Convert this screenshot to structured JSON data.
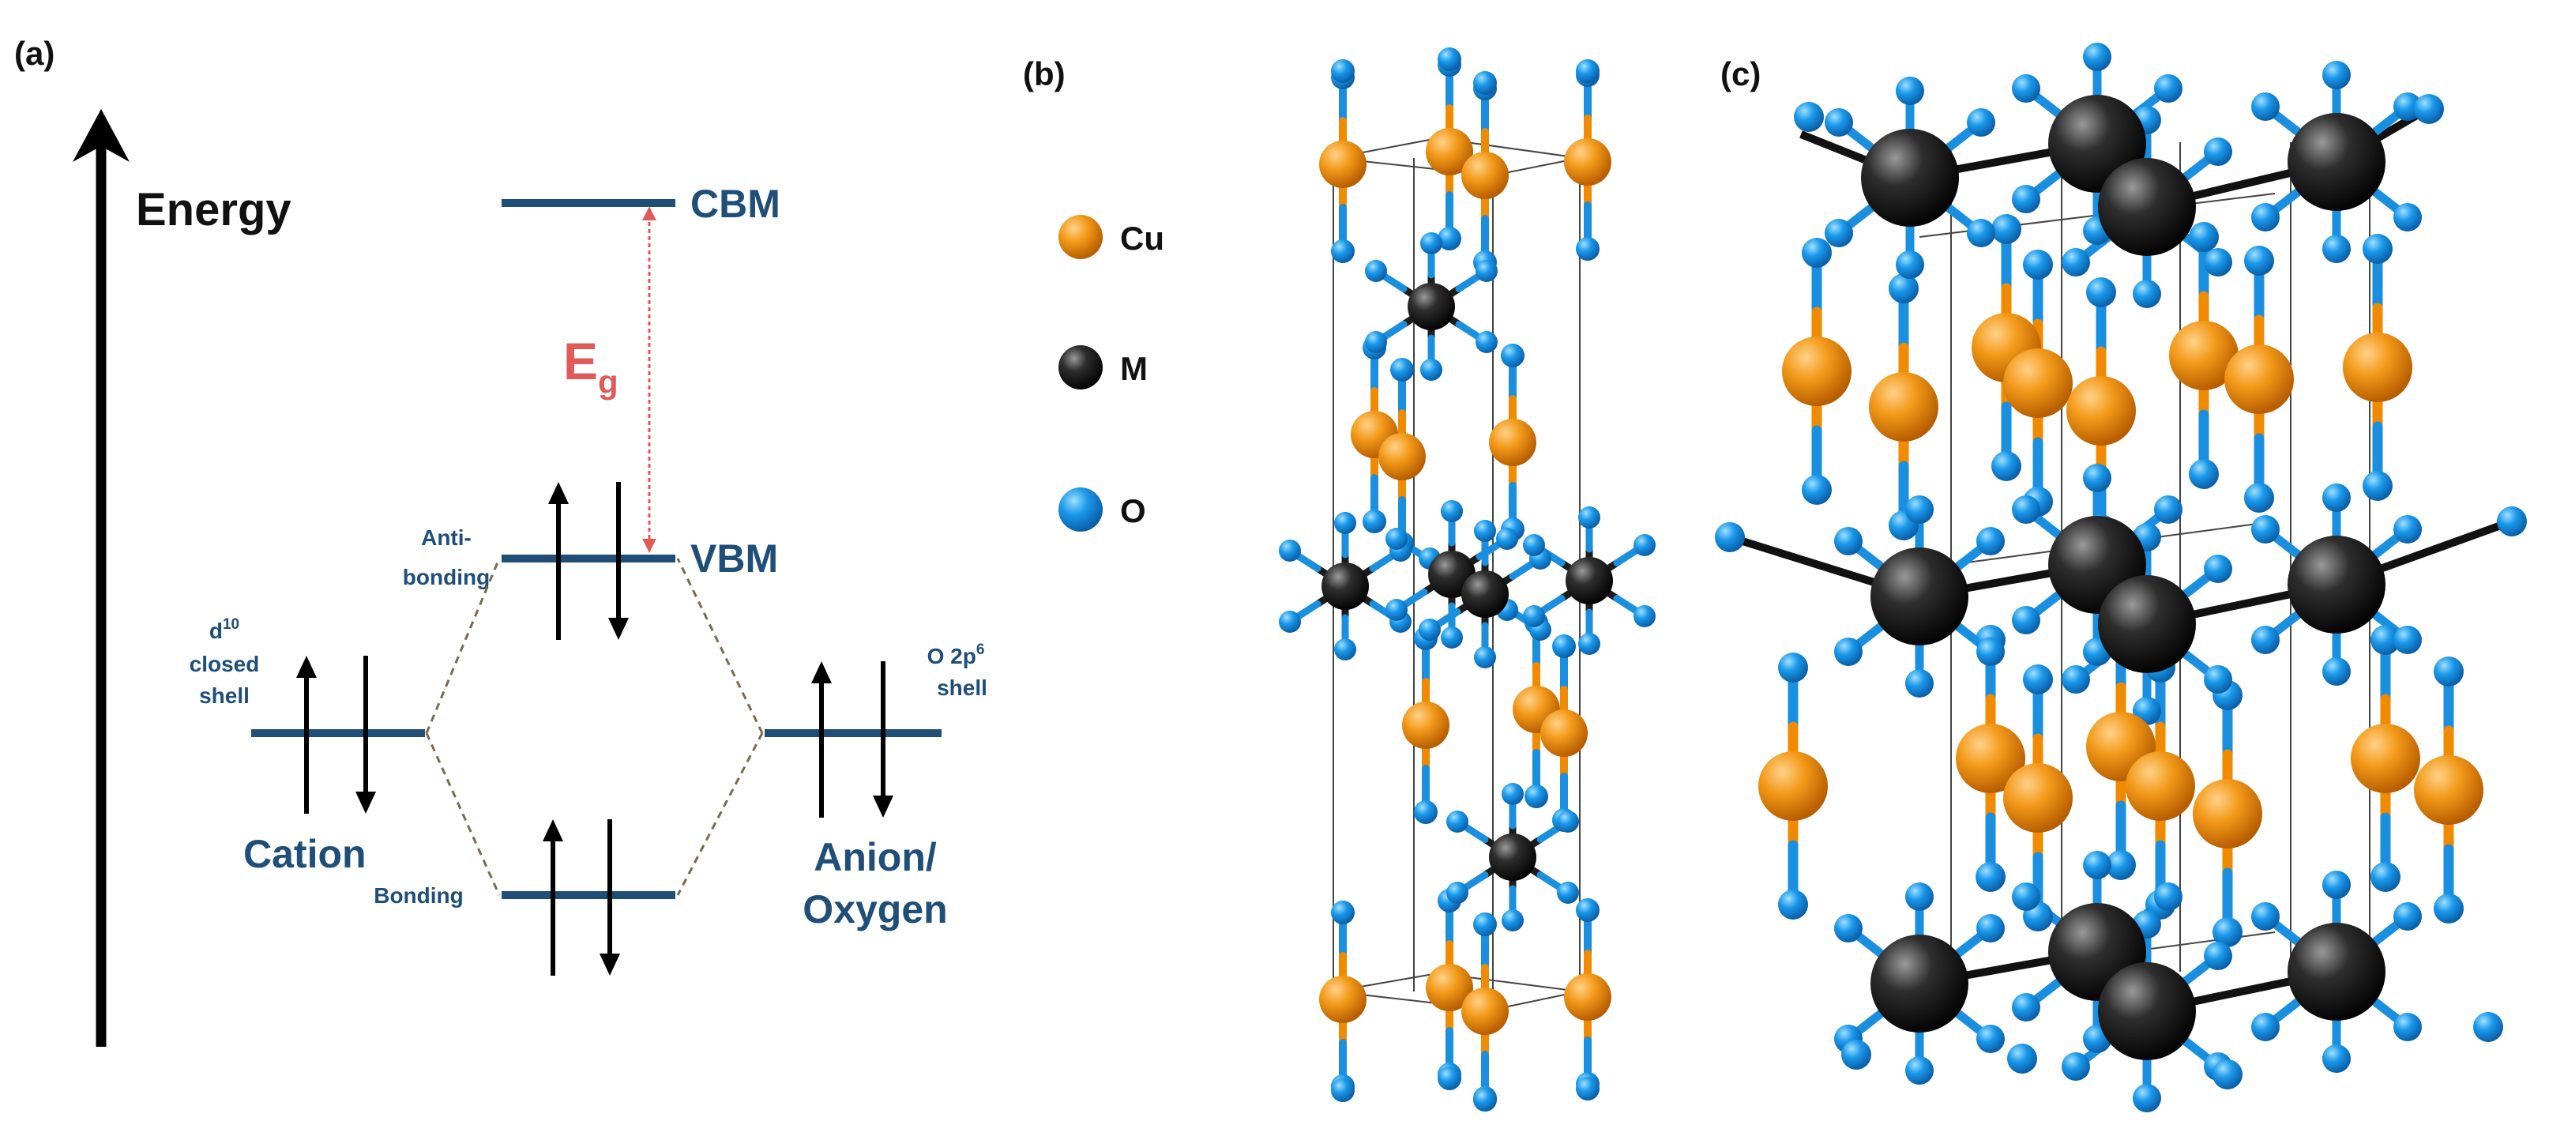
{
  "panels": {
    "a": {
      "label": "(a)"
    },
    "b": {
      "label": "(b)"
    },
    "c": {
      "label": "(c)"
    }
  },
  "energy_diagram": {
    "axis_label": "Energy",
    "cbm_label": "CBM",
    "vbm_label": "VBM",
    "gap_symbol": "E",
    "gap_subscript": "g",
    "antibonding_line1": "Anti-",
    "antibonding_line2": "bonding",
    "bonding_label": "Bonding",
    "cation_shell_line1_base": "d",
    "cation_shell_line1_sup": "10",
    "cation_shell_line2": "closed",
    "cation_shell_line3": "shell",
    "cation_label": "Cation",
    "oxygen_shell_line1_base": "O 2p",
    "oxygen_shell_line1_sup": "6",
    "oxygen_shell_line2": "shell",
    "anion_line1": "Anion/",
    "anion_line2": "Oxygen"
  },
  "legend": [
    {
      "symbol": "Cu",
      "color": "#f08a00",
      "icon": "cu-atom-icon"
    },
    {
      "symbol": "M",
      "color": "#1c1c1c",
      "icon": "m-atom-icon"
    },
    {
      "symbol": "O",
      "color": "#1a8fe0",
      "icon": "o-atom-icon"
    }
  ],
  "colors": {
    "level_line": "#1f4e79",
    "gap_arrow": "#e05a5a",
    "cu": "#f08a00",
    "m": "#1c1c1c",
    "o": "#1a8fe0",
    "bond_black": "#111111"
  }
}
